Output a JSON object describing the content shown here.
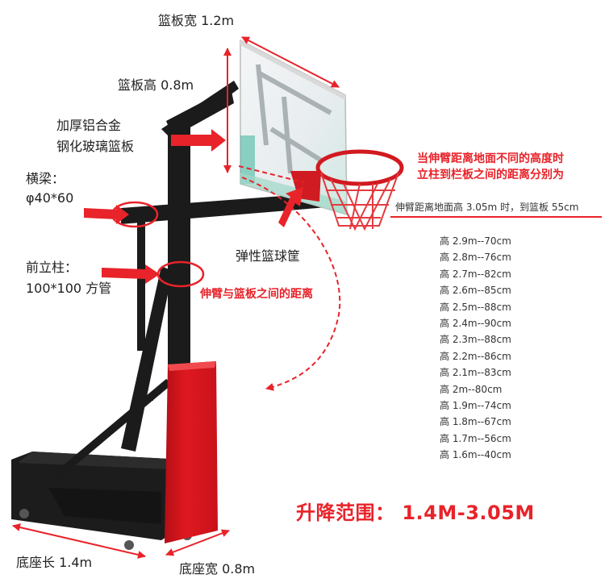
{
  "labels": {
    "board_width": "篮板宽 1.2m",
    "board_height": "篮板高 0.8m",
    "board_material_line1": "加厚铝合金",
    "board_material_line2": "钢化玻璃篮板",
    "crossbeam_line1": "横梁：",
    "crossbeam_line2": "φ40*60",
    "post_line1": "前立柱：",
    "post_line2": "100*100 方管",
    "rim": "弹性篮球筐",
    "arm_distance": "伸臂与篮板之间的距离",
    "base_length": "底座长 1.4m",
    "base_width": "底座宽 0.8m"
  },
  "info": {
    "title_line1": "当伸臂距离地面不同的高度时",
    "title_line2": "立柱到栏板之间的距离分别为",
    "subtitle": "伸臂距离地面高 3.05m 时，到篮板 55cm",
    "rows": [
      "高 2.9m--70cm",
      "高 2.8m--76cm",
      "高 2.7m--82cm",
      "高 2.6m--85cm",
      "高 2.5m--88cm",
      "高 2.4m--90cm",
      "高 2.3m--88cm",
      "高 2.2m--86cm",
      "高 2.1m--83cm",
      "高 2m--80cm",
      "高 1.9m--74cm",
      "高 1.8m--67cm",
      "高 1.7m--56cm",
      "高 1.6m--40cm"
    ]
  },
  "range_text": "升降范围：  1.4M-3.05M",
  "colors": {
    "accent_red": "#e8232a",
    "frame_black": "#1b1b1b",
    "pad_red": "#d8141c"
  }
}
